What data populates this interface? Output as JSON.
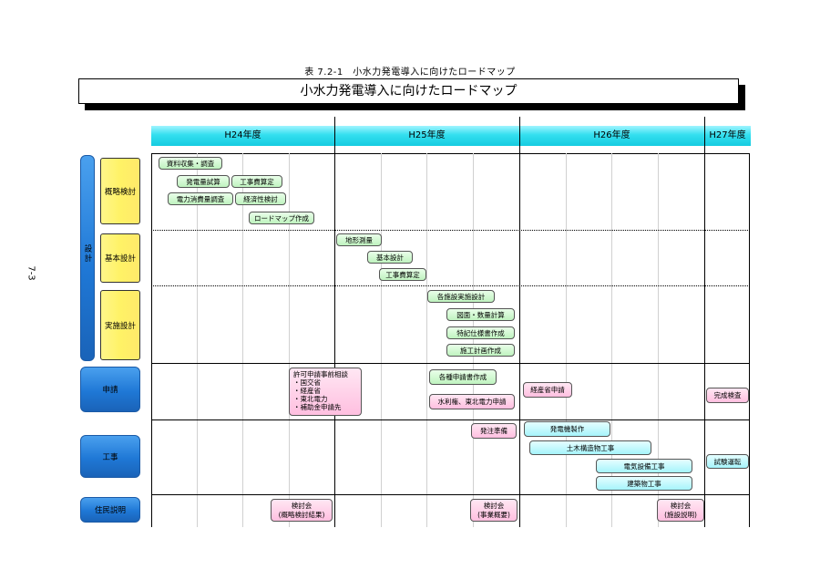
{
  "caption": "表 7.2-1　小水力発電導入に向けたロードマップ",
  "title": "小水力発電導入に向けたロードマップ",
  "page_number": "7-3",
  "years": [
    "H24年度",
    "H25年度",
    "H26年度",
    "H27年度"
  ],
  "phases": {
    "design": {
      "label": "設計",
      "sub": [
        "概略検討",
        "基本設計",
        "実施設計"
      ]
    },
    "application": "申請",
    "construction": "工事",
    "residents": "住民説明"
  },
  "tasks": {
    "shiryo": "資料収集・調査",
    "hatsuden_shisan": "発電量試算",
    "koujihi_sanntei": "工事費算定",
    "denryoku_chosa": "電力消費量調査",
    "keizai": "経済性検討",
    "roadmap": "ロードマップ作成",
    "chikei": "地形測量",
    "kihon": "基本設計",
    "koujihi2": "工事費算定",
    "kakushisetsu": "各施設実施設計",
    "zumen": "図面・数量計算",
    "tokki": "特記仕様書作成",
    "seko": "施工計画作成",
    "kyoka_title": "許可申請事前相談",
    "kyoka_lines": [
      "・国交省",
      "・経産省",
      "・東北電力",
      "・補助金申請先"
    ],
    "kakushu": "各種申請書作成",
    "suiriken": "水利権、東北電力申請",
    "keisansho": "経産省申請",
    "kansei": "完成検査",
    "hatchu": "発注準備",
    "hatsudenki": "発電機製作",
    "doboku": "土木構造物工事",
    "denki": "電気設備工事",
    "kenchiku": "建築物工事",
    "shiunten": "試験運転",
    "kentou1": [
      "検討会",
      "(概略検討結果)"
    ],
    "kentou2": [
      "検討会",
      "(事業概要)"
    ],
    "kentou3": [
      "検討会",
      "(施設説明)"
    ]
  }
}
